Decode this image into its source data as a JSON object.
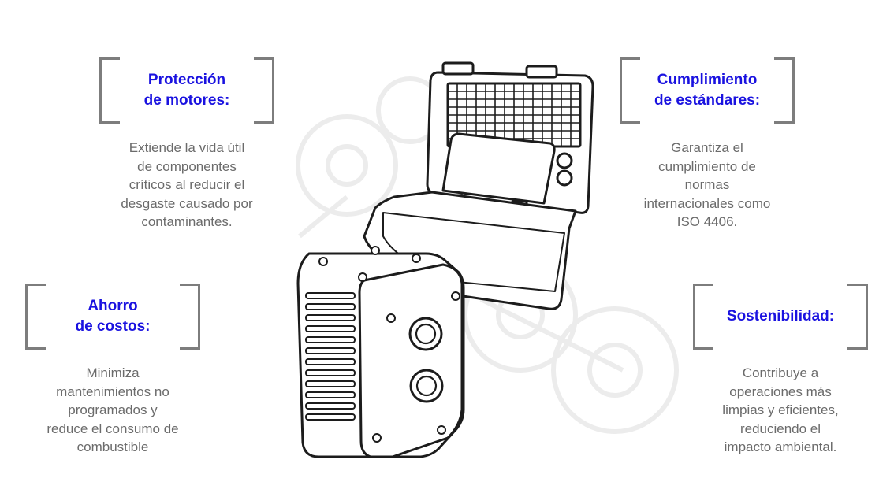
{
  "features": [
    {
      "id": "protection",
      "title": "Protección\nde motores:",
      "description": "Extiende la vida útil\nde componentes\ncríticos al reducir el\ndesgaste causado por\ncontaminantes."
    },
    {
      "id": "compliance",
      "title": "Cumplimiento\nde estándares:",
      "description": "Garantiza el\ncumplimiento de\nnormas\ninternacionales como\nISO 4406."
    },
    {
      "id": "savings",
      "title": "Ahorro\nde costos:",
      "description": "Minimiza\nmantenimientos no\nprogramados y\nreduce el consumo de\ncombustible"
    },
    {
      "id": "sustainability",
      "title": "Sostenibilidad:",
      "description": "Contribuye a\noperaciones más\nlimpias y eficientes,\nreduciendo el\nimpacto ambiental."
    }
  ],
  "colors": {
    "title": "#1a12e0",
    "description": "#6b6b6b",
    "bracket": "#7d7d7d",
    "line_art": "#1c1c1c",
    "gear_watermark": "#ececec"
  },
  "illustration": {
    "subject": "particle-counter-device-icon",
    "background": "gear-watermark-icon"
  }
}
